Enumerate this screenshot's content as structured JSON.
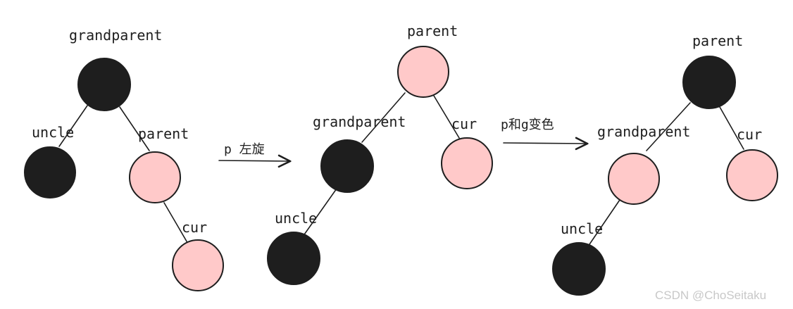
{
  "colors": {
    "black_node": "#1e1e1e",
    "red_node": "#ffc9c9",
    "ink": "#1e1e1e",
    "watermark": "#c8c8c8"
  },
  "diagram1": {
    "grandparent": "grandparent",
    "uncle": "uncle",
    "parent": "parent",
    "cur": "cur"
  },
  "arrow1": {
    "label": "p 左旋"
  },
  "diagram2": {
    "parent": "parent",
    "grandparent": "grandparent",
    "cur": "cur",
    "uncle": "uncle"
  },
  "arrow2": {
    "label": "p和g变色"
  },
  "diagram3": {
    "parent": "parent",
    "grandparent": "grandparent",
    "cur": "cur",
    "uncle": "uncle"
  },
  "watermark": "CSDN @ChoSeitaku"
}
